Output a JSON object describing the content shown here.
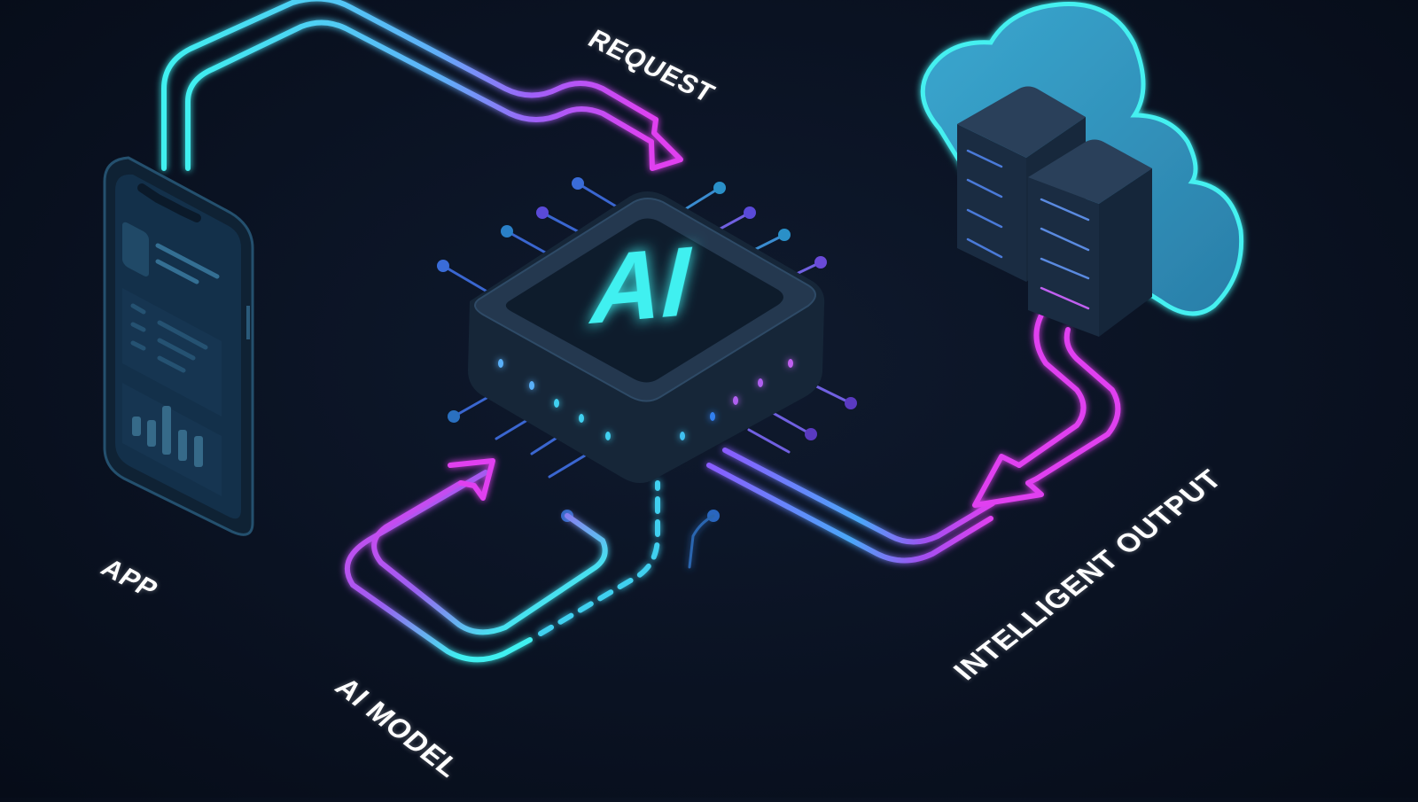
{
  "scene": {
    "title": "AI request pipeline (isometric illustration)",
    "background_color": "#0a1222"
  },
  "labels": {
    "request": "REQUEST",
    "app": "APP",
    "ai_model": "AI MODEL",
    "intelligent_output": "INTELLIGENT OUTPUT",
    "chip": "AI"
  },
  "nodes": [
    {
      "id": "app",
      "label": "APP",
      "icon": "smartphone-icon"
    },
    {
      "id": "chip",
      "label": "AI",
      "icon": "ai-chip-icon"
    },
    {
      "id": "cloud",
      "label": "",
      "icon": "cloud-server-icon"
    }
  ],
  "edges": [
    {
      "from": "app",
      "to": "chip",
      "label": "REQUEST"
    },
    {
      "from": "chip",
      "to": "chip",
      "label": "AI MODEL"
    },
    {
      "from": "cloud",
      "to": "chip",
      "label": "INTELLIGENT OUTPUT"
    }
  ],
  "colors": {
    "cyan": "#3ff0f0",
    "magenta": "#e040f0",
    "violet": "#8a5cff",
    "blue": "#4a8cf0",
    "chip_body": "#1c2c40",
    "chip_top": "#24384f",
    "cloud": "#3aa0c8",
    "server": "#22364e",
    "phone": "#12283e"
  }
}
